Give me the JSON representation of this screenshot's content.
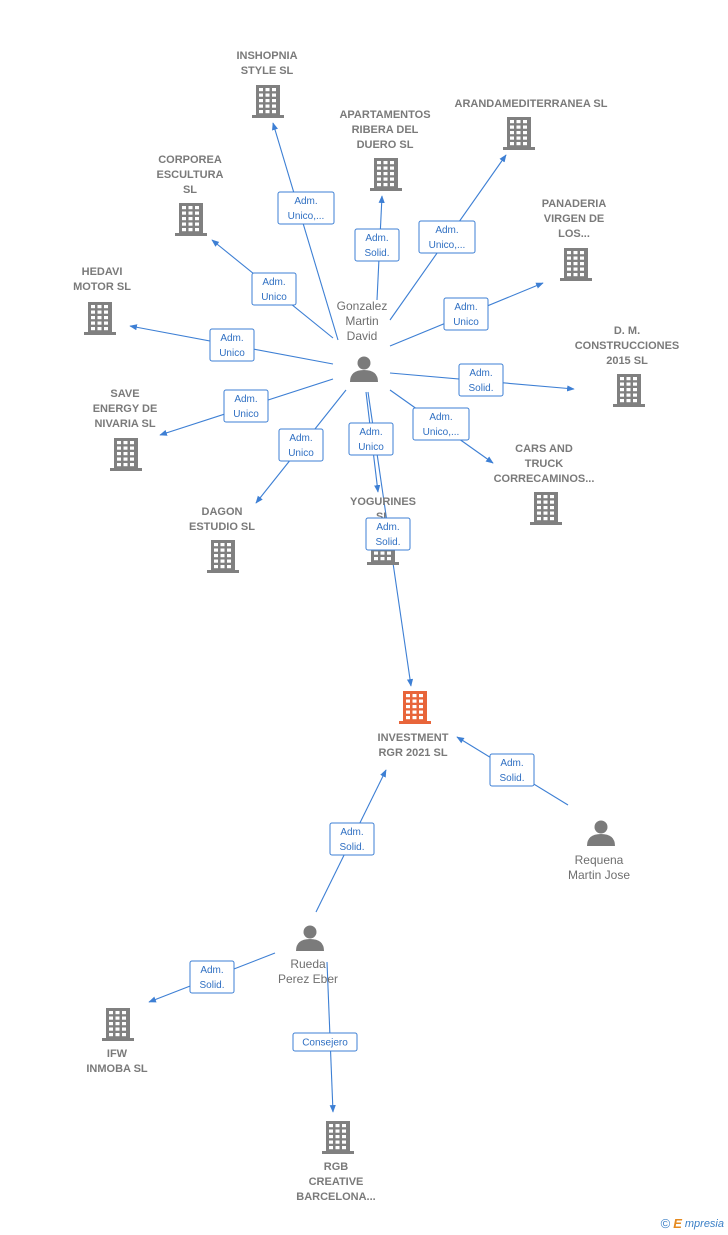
{
  "colors": {
    "edge": "#3d7fd4",
    "company_icon": "#808080",
    "main_company_icon": "#e8653a",
    "person_icon": "#7b7b7b"
  },
  "brand": {
    "copyright": "©",
    "letter": "E",
    "name": "mpresia"
  },
  "nodes": [
    {
      "id": "inshopnia",
      "type": "company",
      "lines": [
        "INSHOPNIA",
        "STYLE  SL"
      ]
    },
    {
      "id": "apartamentos",
      "type": "company",
      "lines": [
        "APARTAMENTOS",
        "RIBERA DEL",
        "DUERO  SL"
      ]
    },
    {
      "id": "arandamed",
      "type": "company",
      "lines": [
        "ARANDAMEDITERRANEA SL"
      ]
    },
    {
      "id": "corporea",
      "type": "company",
      "lines": [
        "CORPOREA",
        "ESCULTURA",
        "SL"
      ]
    },
    {
      "id": "panaderia",
      "type": "company",
      "lines": [
        "PANADERIA",
        "VIRGEN DE",
        "LOS..."
      ]
    },
    {
      "id": "hedavi",
      "type": "company",
      "lines": [
        "HEDAVI",
        "MOTOR  SL"
      ]
    },
    {
      "id": "dm",
      "type": "company",
      "lines": [
        "D. M.",
        "CONSTRUCCIONES",
        "2015  SL"
      ]
    },
    {
      "id": "save",
      "type": "company",
      "lines": [
        "SAVE",
        "ENERGY DE",
        "NIVARIA SL"
      ]
    },
    {
      "id": "cars",
      "type": "company",
      "lines": [
        "CARS AND",
        "TRUCK",
        "CORRECAMINOS..."
      ]
    },
    {
      "id": "dagon",
      "type": "company",
      "lines": [
        "DAGON",
        "ESTUDIO SL"
      ]
    },
    {
      "id": "yogurines",
      "type": "company",
      "lines": [
        "YOGURINES",
        "SL"
      ]
    },
    {
      "id": "investment",
      "type": "main",
      "lines": [
        "INVESTMENT",
        "RGR 2021  SL"
      ]
    },
    {
      "id": "ifw",
      "type": "company",
      "lines": [
        "IFW",
        "INMOBA  SL"
      ]
    },
    {
      "id": "rgb",
      "type": "company",
      "lines": [
        "RGB",
        "CREATIVE",
        "BARCELONA..."
      ]
    },
    {
      "id": "gonzalez",
      "type": "person",
      "lines": [
        "Gonzalez",
        "Martin",
        "David"
      ]
    },
    {
      "id": "requena",
      "type": "person",
      "lines": [
        "Requena",
        "Martin Jose"
      ]
    },
    {
      "id": "rueda",
      "type": "person",
      "lines": [
        "Rueda",
        "Perez Eber"
      ]
    }
  ],
  "edges": [
    {
      "from": "gonzalez",
      "to": "inshopnia",
      "lines": [
        "Adm.",
        "Unico,..."
      ]
    },
    {
      "from": "gonzalez",
      "to": "apartamentos",
      "lines": [
        "Adm.",
        "Solid."
      ]
    },
    {
      "from": "gonzalez",
      "to": "arandamed",
      "lines": [
        "Adm.",
        "Unico,..."
      ]
    },
    {
      "from": "gonzalez",
      "to": "corporea",
      "lines": [
        "Adm.",
        "Unico"
      ]
    },
    {
      "from": "gonzalez",
      "to": "panaderia",
      "lines": [
        "Adm.",
        "Unico"
      ]
    },
    {
      "from": "gonzalez",
      "to": "hedavi",
      "lines": [
        "Adm.",
        "Unico"
      ]
    },
    {
      "from": "gonzalez",
      "to": "dm",
      "lines": [
        "Adm.",
        "Solid."
      ]
    },
    {
      "from": "gonzalez",
      "to": "save",
      "lines": [
        "Adm.",
        "Unico"
      ]
    },
    {
      "from": "gonzalez",
      "to": "cars",
      "lines": [
        "Adm.",
        "Unico,..."
      ]
    },
    {
      "from": "gonzalez",
      "to": "dagon",
      "lines": [
        "Adm.",
        "Unico"
      ]
    },
    {
      "from": "gonzalez",
      "to": "yogurines",
      "lines": [
        "Adm.",
        "Unico"
      ]
    },
    {
      "from": "gonzalez",
      "to": "investment",
      "lines": [
        "Adm.",
        "Solid."
      ]
    },
    {
      "from": "requena",
      "to": "investment",
      "lines": [
        "Adm.",
        "Solid."
      ]
    },
    {
      "from": "rueda",
      "to": "investment",
      "lines": [
        "Adm.",
        "Solid."
      ]
    },
    {
      "from": "rueda",
      "to": "ifw",
      "lines": [
        "Adm.",
        "Solid."
      ]
    },
    {
      "from": "rueda",
      "to": "rgb",
      "lines": [
        "Consejero"
      ]
    }
  ]
}
